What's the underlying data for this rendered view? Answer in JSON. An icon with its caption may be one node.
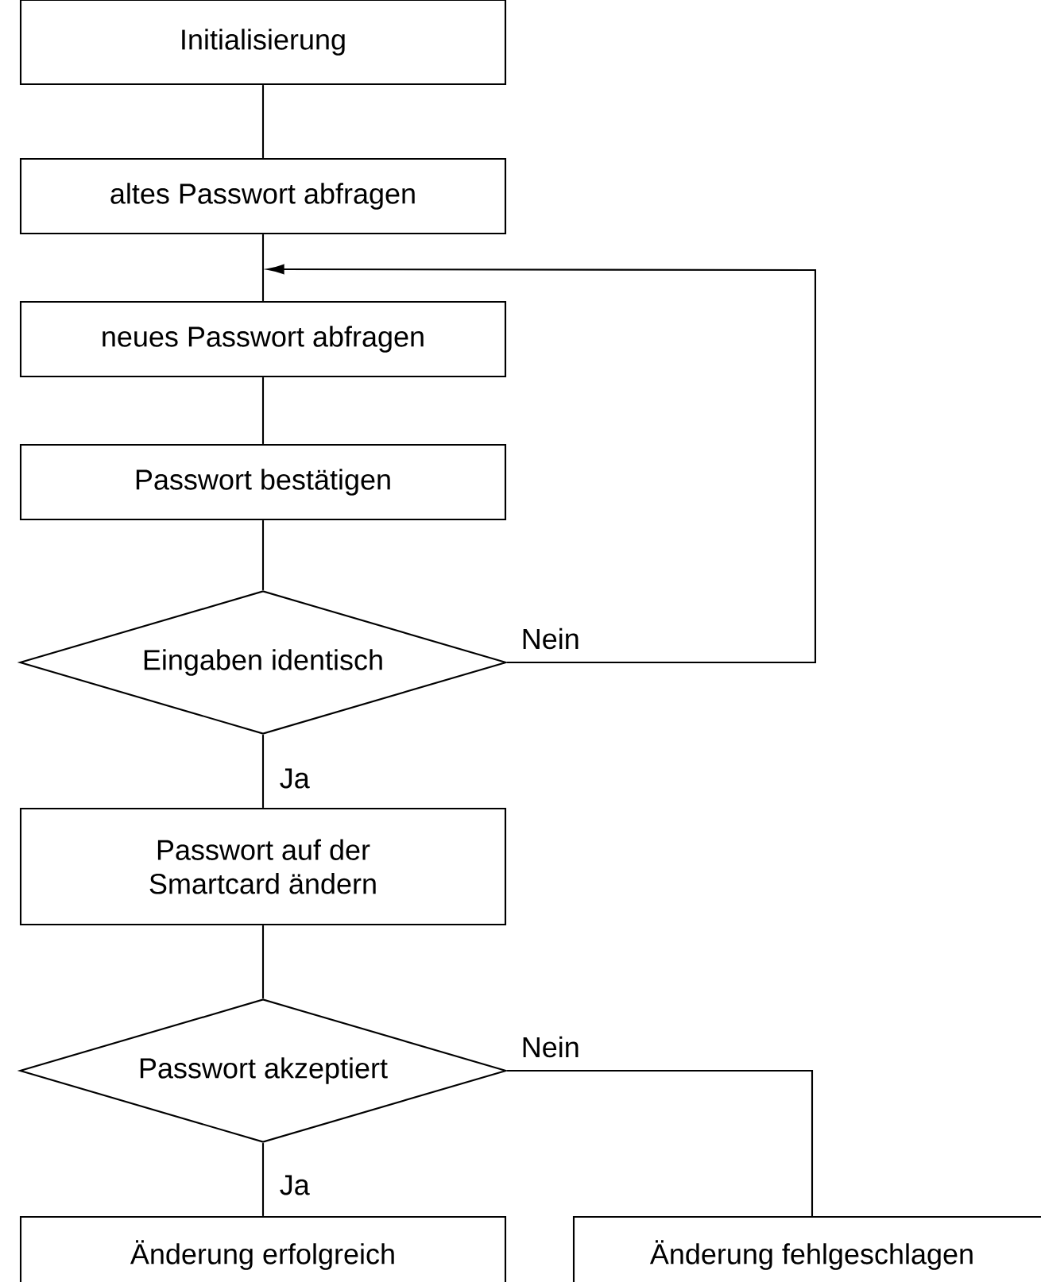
{
  "diagram": {
    "nodes": [
      {
        "text": [
          "Initialisierung"
        ]
      },
      {
        "text": [
          "altes Passwort abfragen"
        ]
      },
      {
        "text": [
          "neues Passwort abfragen"
        ]
      },
      {
        "text": [
          "Passwort bestätigen"
        ]
      },
      {
        "text": [
          "Eingaben identisch"
        ]
      },
      {
        "text": [
          "Passwort auf der Smartcard ändern"
        ]
      },
      {
        "text": [
          "Passwort akzeptiert"
        ]
      },
      {
        "text": [
          "Änderung erfolgreich"
        ]
      },
      {
        "text": [
          "Änderung fehlgeschlagen"
        ]
      }
    ],
    "edges": [
      {
        "from": 0,
        "to": 1,
        "arrow": "none"
      },
      {
        "from": 1,
        "to": 2,
        "arrow": "none"
      },
      {
        "from": 2,
        "to": 3,
        "arrow": "none"
      },
      {
        "from": 3,
        "to": 4,
        "arrow": "none"
      },
      {
        "from": 4,
        "to": 2,
        "arrow": "to",
        "label": "Nein"
      },
      {
        "from": 4,
        "to": 5,
        "arrow": "none",
        "label": "Ja"
      },
      {
        "from": 5,
        "to": 6,
        "arrow": "none"
      },
      {
        "from": 6,
        "to": 7,
        "arrow": "none",
        "label": "Ja"
      },
      {
        "from": 6,
        "to": 8,
        "arrow": "none",
        "label": "Nein"
      }
    ]
  }
}
